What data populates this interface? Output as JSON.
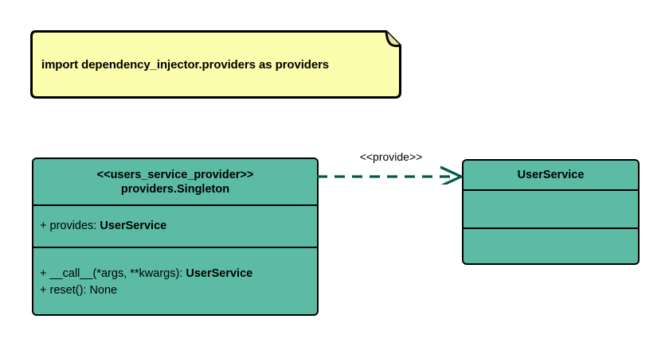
{
  "diagram": {
    "type": "uml-class-diagram",
    "colors": {
      "class_fill": "#5CBBA4",
      "note_fill": "#FDFDAE",
      "note_fold": "#E8E8A0",
      "border": "#000000",
      "connector": "#00594C",
      "background": "#FFFFFF"
    },
    "note": {
      "text": "import dependency_injector.providers as providers"
    },
    "classes": [
      {
        "id": "users-service-provider",
        "stereotype": "<<users_service_provider>>",
        "name": "providers.Singleton",
        "attributes": [
          {
            "visibility": "+",
            "name": "provides:",
            "type": "UserService"
          }
        ],
        "methods": [
          {
            "visibility": "+",
            "signature": "__call__(*args, **kwargs):",
            "type": "UserService"
          },
          {
            "visibility": "+",
            "signature": "reset():",
            "type": "None"
          }
        ]
      },
      {
        "id": "user-service",
        "name": "UserService",
        "attributes": [],
        "methods": []
      }
    ],
    "connector": {
      "label": "<<provide>>",
      "style": "dashed",
      "arrowhead": "open",
      "source": "users-service-provider",
      "target": "user-service"
    }
  }
}
